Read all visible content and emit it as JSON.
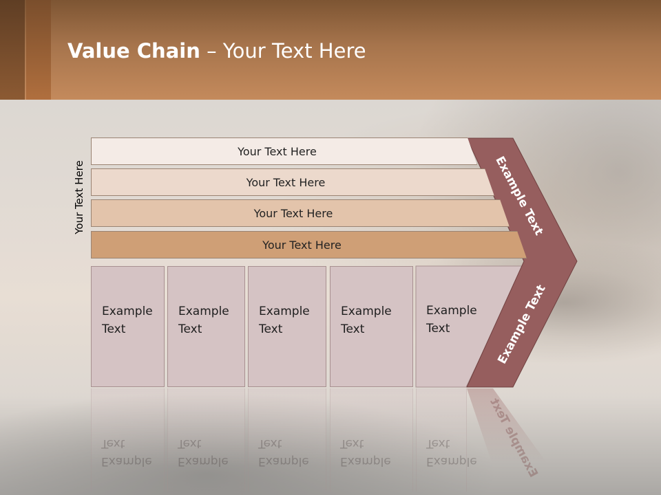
{
  "title": {
    "bold": "Value Chain",
    "rest": " – Your Text Here"
  },
  "side_label": "Your Text Here",
  "support_activities": [
    {
      "label": "Your Text Here",
      "fill": "#f4ebe6"
    },
    {
      "label": "Your Text Here",
      "fill": "#ecd9cc"
    },
    {
      "label": "Your Text Here",
      "fill": "#e3c4ab"
    },
    {
      "label": "Your Text Here",
      "fill": "#cf9f76"
    }
  ],
  "primary_activities": [
    {
      "line1": "Example",
      "line2": "Text"
    },
    {
      "line1": "Example",
      "line2": "Text"
    },
    {
      "line1": "Example",
      "line2": "Text"
    },
    {
      "line1": "Example",
      "line2": "Text"
    },
    {
      "line1": "Example",
      "line2": "Text"
    }
  ],
  "margin_labels": {
    "upper": "Example Text",
    "lower": "Example Text"
  },
  "colors": {
    "margin_arrow": "#965e5e",
    "primary_box": "#d5c3c4",
    "title_bar": "#b07a4e"
  }
}
